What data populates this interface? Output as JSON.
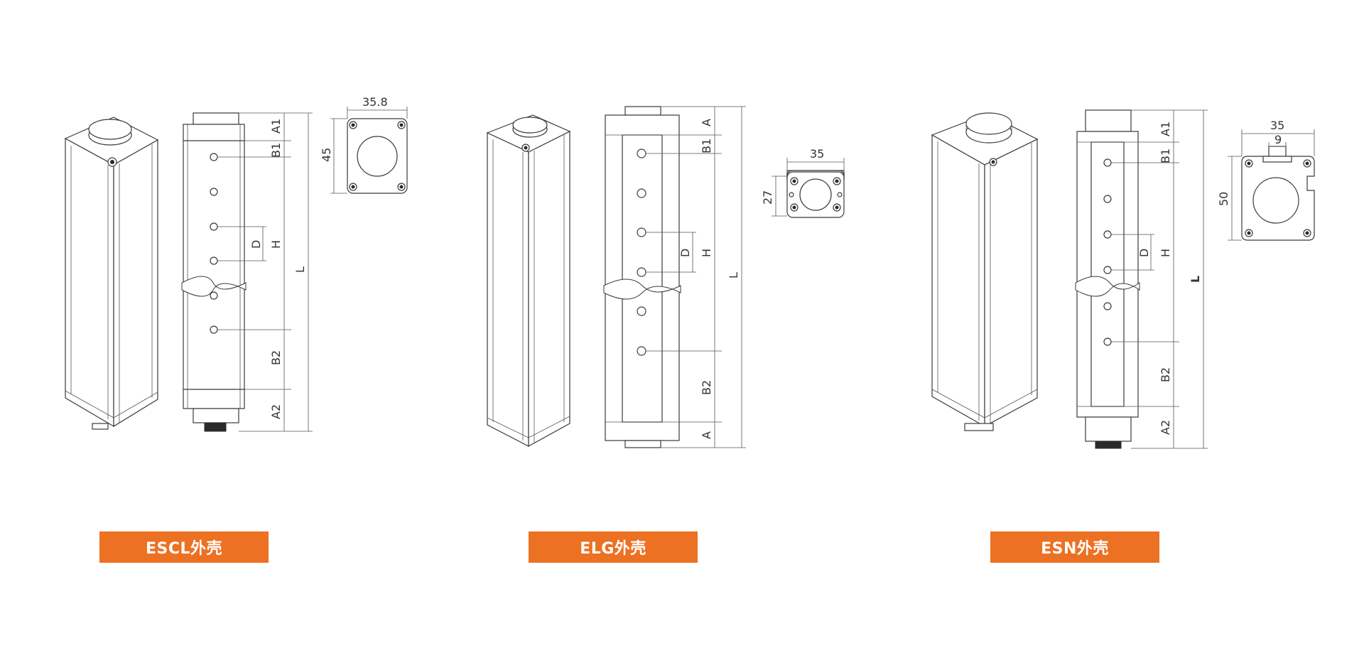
{
  "housings": [
    {
      "id": "escl",
      "label": "ESCL外壳",
      "dims": {
        "width": "35.8",
        "height": "45",
        "a_top": "A1",
        "b_top": "B1",
        "d": "D",
        "h": "H",
        "l": "L",
        "b_bottom": "B2",
        "a_bottom": "A2"
      }
    },
    {
      "id": "elg",
      "label": "ELG外壳",
      "dims": {
        "width": "35",
        "height": "27",
        "a_top": "A",
        "b_top": "B1",
        "d": "D",
        "h": "H",
        "l": "L",
        "b_bottom": "B2",
        "a_bottom": "A"
      }
    },
    {
      "id": "esn",
      "label": "ESN外壳",
      "dims": {
        "width": "35",
        "slot": "9",
        "height": "50",
        "a_top": "A1",
        "b_top": "B1",
        "d": "D",
        "h": "H",
        "l": "L",
        "b_bottom": "B2",
        "a_bottom": "A2"
      }
    }
  ],
  "colors": {
    "accent": "#ec7122",
    "line": "#3a3a3a"
  }
}
